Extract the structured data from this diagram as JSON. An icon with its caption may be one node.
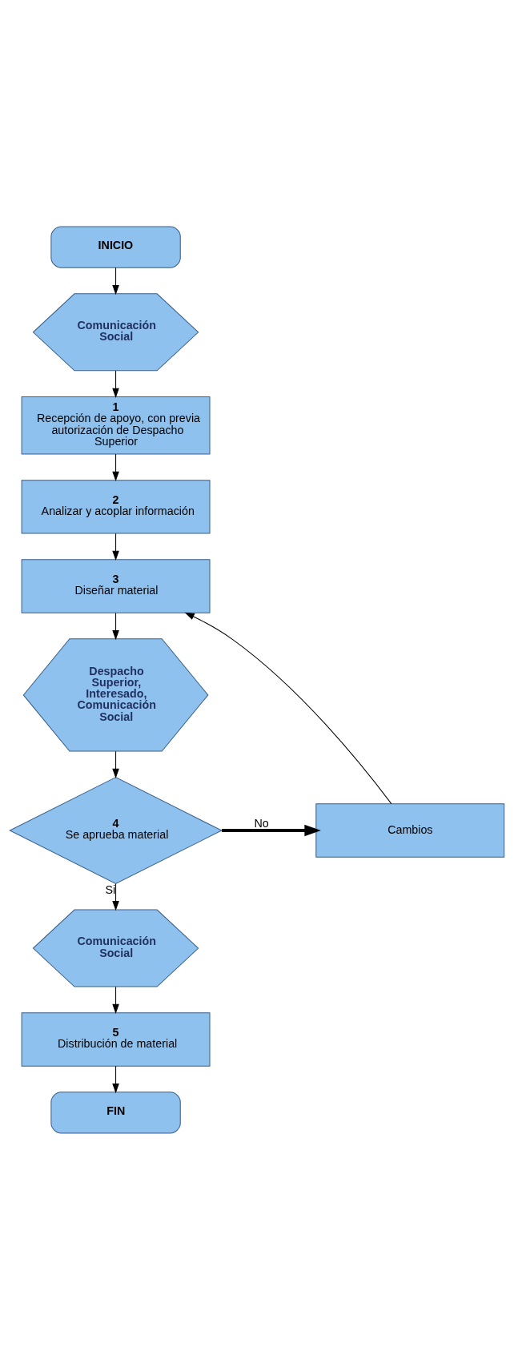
{
  "diagram": {
    "nodes": [
      {
        "text": [
          "INICIO"
        ]
      },
      {
        "text": [
          "Comunicación Social"
        ]
      },
      {
        "text": [
          "1",
          "Recepción de apoyo, con previa autorización de Despacho Superior"
        ]
      },
      {
        "text": [
          "2",
          "Analizar y acoplar información"
        ]
      },
      {
        "text": [
          "3",
          "Diseñar material"
        ]
      },
      {
        "text": [
          "Despacho Superior, Interesado, Comunicación Social"
        ]
      },
      {
        "text": [
          "4",
          "Se aprueba material"
        ]
      },
      {
        "text": [
          "Cambios"
        ]
      },
      {
        "text": [
          "Comunicación Social"
        ]
      },
      {
        "text": [
          "5",
          "Distribución de material"
        ]
      },
      {
        "text": [
          "FIN"
        ]
      }
    ],
    "edges": [
      {
        "from": 0,
        "to": 1,
        "arrow": "to"
      },
      {
        "from": 1,
        "to": 2,
        "arrow": "to"
      },
      {
        "from": 2,
        "to": 3,
        "arrow": "to"
      },
      {
        "from": 3,
        "to": 4,
        "arrow": "to"
      },
      {
        "from": 4,
        "to": 5,
        "arrow": "to"
      },
      {
        "from": 5,
        "to": 6,
        "arrow": "to"
      },
      {
        "from": 6,
        "to": 7,
        "arrow": "to",
        "label": "No",
        "style": "thick"
      },
      {
        "from": 7,
        "to": 4,
        "arrow": "to"
      },
      {
        "from": 6,
        "to": 8,
        "arrow": "to",
        "label": "Si"
      },
      {
        "from": 8,
        "to": 9,
        "arrow": "to"
      },
      {
        "from": 9,
        "to": 10,
        "arrow": "to"
      }
    ]
  }
}
